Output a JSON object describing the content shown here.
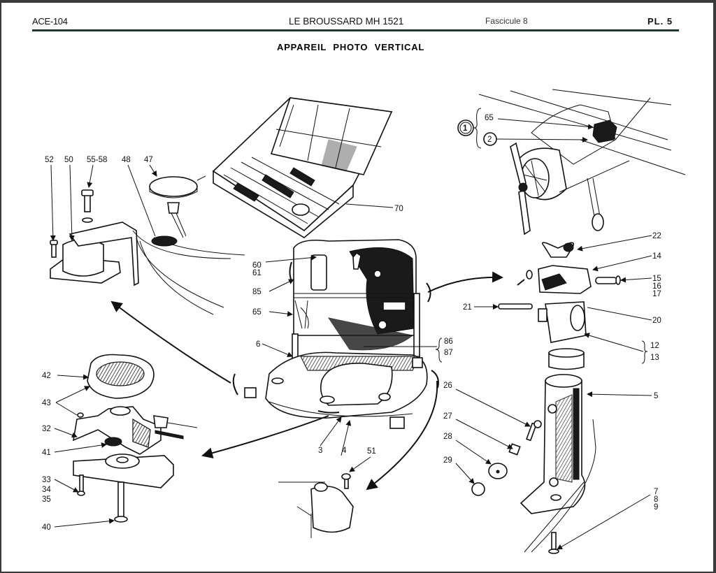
{
  "header": {
    "doc_code": "ACE-104",
    "aircraft": "LE BROUSSARD MH 1521",
    "fascicule": "Fascicule 8",
    "plate": "PL. 5"
  },
  "title": "APPAREIL PHOTO VERTICAL",
  "frame_color": "#3a3a3a",
  "rule_color": "#1e3a30",
  "callouts": {
    "c52": "52",
    "c50": "50",
    "c55_58": "55-58",
    "c48": "48",
    "c47": "47",
    "c70": "70",
    "c65_top": "65",
    "c1": "1",
    "c2": "2",
    "c22": "22",
    "c14": "14",
    "c15": "15",
    "c16": "16",
    "c17": "17",
    "c21": "21",
    "c20": "20",
    "c12": "12",
    "c13": "13",
    "c60": "60",
    "c61": "61",
    "c85": "85",
    "c65": "65",
    "c6": "6",
    "c86": "86",
    "c87": "87",
    "c3": "3",
    "c4": "4",
    "c51": "51",
    "c5": "5",
    "c26": "26",
    "c27": "27",
    "c28": "28",
    "c29": "29",
    "c7": "7",
    "c8": "8",
    "c9": "9",
    "c42": "42",
    "c43": "43",
    "c32": "32",
    "c41": "41",
    "c33": "33",
    "c34": "34",
    "c35": "35",
    "c40": "40"
  },
  "components": [
    {
      "id": "camera-body",
      "callouts": [
        "60",
        "61",
        "85",
        "65",
        "6",
        "86",
        "87",
        "3",
        "4"
      ]
    },
    {
      "id": "camera-case",
      "callouts": [
        "70"
      ]
    },
    {
      "id": "aircraft-location",
      "callouts": [
        "1",
        "2",
        "65"
      ]
    },
    {
      "id": "shock-mount-left",
      "callouts": [
        "52",
        "50",
        "55-58",
        "48",
        "47"
      ]
    },
    {
      "id": "clamp-assembly",
      "callouts": [
        "22",
        "14",
        "15",
        "16",
        "17",
        "21",
        "20",
        "12",
        "13"
      ]
    },
    {
      "id": "support-column",
      "callouts": [
        "5",
        "26",
        "27",
        "28",
        "29",
        "7",
        "8",
        "9"
      ]
    },
    {
      "id": "adjust-knob-assembly",
      "callouts": [
        "42",
        "43",
        "32",
        "41",
        "33",
        "34",
        "35",
        "40"
      ]
    },
    {
      "id": "shock-mount-front",
      "callouts": [
        "51"
      ]
    }
  ]
}
